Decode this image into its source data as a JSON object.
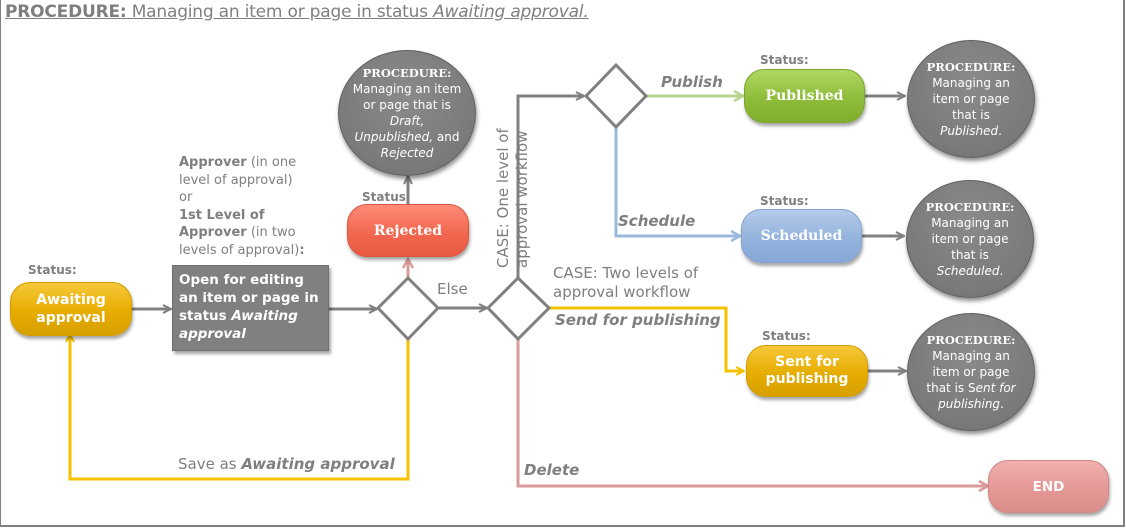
{
  "title": {
    "prefix": "PROCEDURE:",
    "text": " Managing an item or page in status ",
    "status_italic": "Awaiting approval."
  },
  "colors": {
    "line_gray": "#808080",
    "line_yellow": "#f5c200",
    "line_green": "#b6d58c",
    "line_blue": "#9bb8de",
    "line_red": "#d89a9a",
    "status_yellow": "#e6ac00",
    "status_green": "#8fbd3a",
    "status_blue": "#94b3de",
    "status_red": "#f2674f",
    "end_pink": "#e49896",
    "procedure_gray": "#7a7a7a"
  },
  "status_label": "Status:",
  "nodes": {
    "awaiting": {
      "line1": "Awaiting",
      "line2": "approval"
    },
    "approver_note": {
      "a_bold": "Approver",
      "a_rest": " (in one level of approval)",
      "or": "or",
      "b_bold": "1st Level of Approver",
      "b_rest": " (in two levels of approval)",
      "colon": ":"
    },
    "open_box": {
      "text": "Open for editing an item or page in status ",
      "italic": "Awaiting approval"
    },
    "rejected": {
      "label": "Rejected"
    },
    "rejected_procedure": {
      "heading": "PROCEDURE:",
      "line1": "Managing an item",
      "line2": "or page that is",
      "italic1": "Draft,",
      "italic2": "Unpublished,",
      "and": " and",
      "italic3": "Rejected"
    },
    "published": {
      "label": "Published"
    },
    "published_procedure": {
      "heading": "PROCEDURE:",
      "line1": "Managing an",
      "line2": "item or page",
      "line3": "that is",
      "italic": "Published",
      "tail": "."
    },
    "scheduled": {
      "label": "Scheduled"
    },
    "scheduled_procedure": {
      "heading": "PROCEDURE:",
      "line1": "Managing an",
      "line2": "item or page",
      "line3": "that is",
      "italic": "Scheduled",
      "tail": "."
    },
    "sent": {
      "line1": "Sent for",
      "line2": "publishing"
    },
    "sent_procedure": {
      "heading": "PROCEDURE:",
      "line1": "Managing an",
      "line2": "item or page",
      "line3": "that is S",
      "italic1": "ent for",
      "italic2": "publishing",
      "tail": "."
    },
    "end": {
      "label": "END"
    }
  },
  "edges": {
    "else": "Else",
    "case_one_line1": "CASE: One level of",
    "case_one_line2": "approval workflow",
    "case_two_line1": "CASE: Two levels of",
    "case_two_line2": "approval workflow",
    "publish": "Publish",
    "schedule": "Schedule",
    "send_for_publishing": "Send for  publishing",
    "save_as_prefix": "Save as ",
    "save_as_bold": "Awaiting approval",
    "delete": "Delete"
  }
}
